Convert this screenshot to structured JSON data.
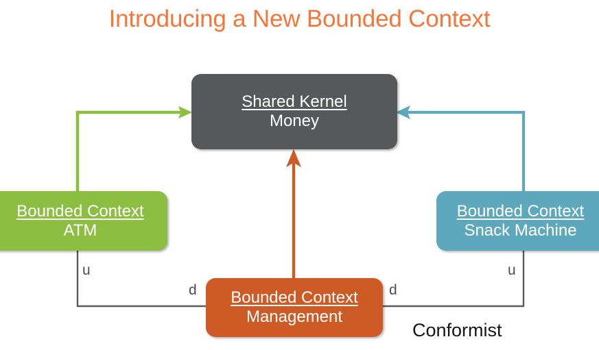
{
  "diagram": {
    "title": "Introducing a New Bounded Context",
    "title_color": "#f4763a",
    "background": "#ffffff",
    "nodes": [
      {
        "id": "shared-kernel",
        "kind_label": "Shared Kernel",
        "name_label": "Money",
        "color": "#55595c"
      },
      {
        "id": "atm",
        "kind_label": "Bounded Context",
        "name_label": "ATM",
        "color": "#8cbe42"
      },
      {
        "id": "snack-machine",
        "kind_label": "Bounded Context",
        "name_label": "Snack Machine",
        "color": "#5ea8bd"
      },
      {
        "id": "management",
        "kind_label": "Bounded Context",
        "name_label": "Management",
        "color": "#ce5b26"
      }
    ],
    "edge_labels": {
      "u_left": "u",
      "d_left": "d",
      "d_right": "d",
      "u_right": "u"
    },
    "relationship_caption": "Conformist",
    "connector_colors": {
      "atm_to_shared_kernel": "#8cbe42",
      "snack_machine_to_shared_kernel": "#5ea8bd",
      "management_to_shared_kernel": "#ce5b26",
      "upstream_downstream": "#5a5a5a"
    }
  }
}
